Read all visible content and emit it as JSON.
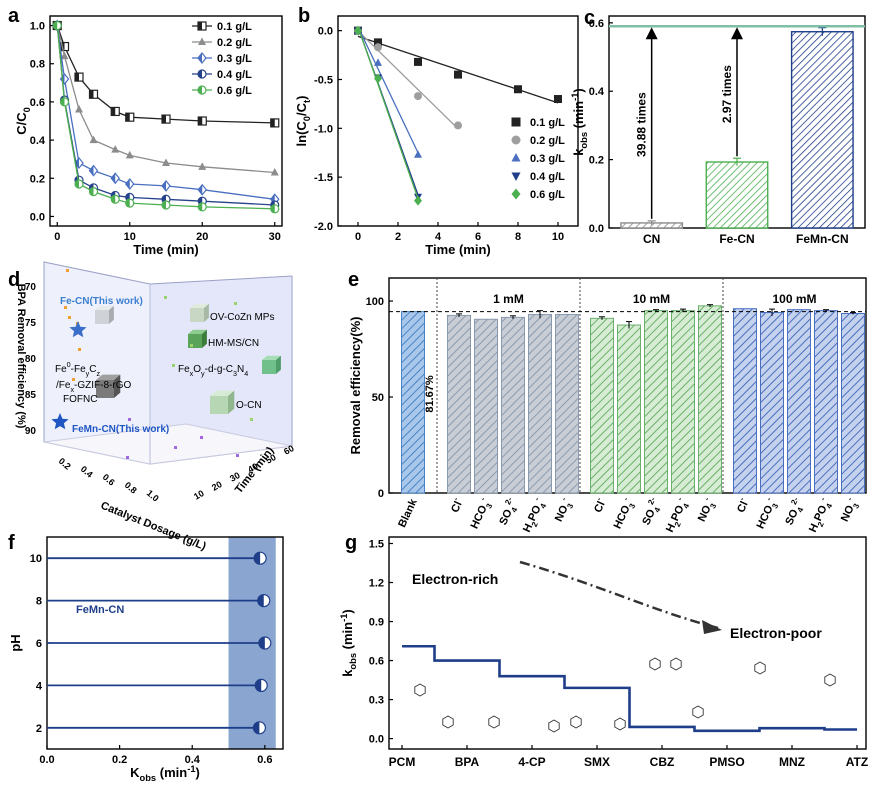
{
  "chart_data": [
    {
      "id": "a",
      "type": "line",
      "panel_label": "a",
      "xlabel": "Time (min)",
      "ylabel": "C/C0",
      "xlim": [
        -1,
        31
      ],
      "ylim": [
        -0.05,
        1.05
      ],
      "xticks": [
        0,
        10,
        20,
        30
      ],
      "yticks": [
        0.0,
        0.2,
        0.4,
        0.6,
        0.8,
        1.0
      ],
      "ytick_labels": [
        "0.0",
        "0.2",
        "0.4",
        "0.6",
        "0.8",
        "1.0"
      ],
      "x": [
        0,
        1,
        3,
        5,
        8,
        10,
        15,
        20,
        30
      ],
      "legend_position": "top-right",
      "series": [
        {
          "name": "0.1 g/L",
          "color": "#222222",
          "marker": "half-square",
          "values": [
            1.0,
            0.89,
            0.73,
            0.64,
            0.55,
            0.52,
            0.51,
            0.5,
            0.49
          ]
        },
        {
          "name": "0.2 g/L",
          "color": "#8c8c8c",
          "marker": "triangle",
          "values": [
            1.0,
            0.84,
            0.56,
            0.4,
            0.35,
            0.32,
            0.28,
            0.26,
            0.23
          ]
        },
        {
          "name": "0.3 g/L",
          "color": "#4a6fc0",
          "marker": "half-diamond",
          "values": [
            1.0,
            0.72,
            0.28,
            0.24,
            0.2,
            0.17,
            0.16,
            0.14,
            0.09
          ]
        },
        {
          "name": "0.4 g/L",
          "color": "#26428b",
          "marker": "half-circle",
          "values": [
            1.0,
            0.61,
            0.19,
            0.15,
            0.11,
            0.1,
            0.09,
            0.08,
            0.06
          ]
        },
        {
          "name": "0.6 g/L",
          "color": "#4caf50",
          "marker": "half-circle",
          "values": [
            1.0,
            0.6,
            0.17,
            0.13,
            0.09,
            0.07,
            0.06,
            0.05,
            0.04
          ]
        }
      ]
    },
    {
      "id": "b",
      "type": "scatter",
      "panel_label": "b",
      "xlabel": "Time (min)",
      "ylabel": "ln(C0/Ct)",
      "xlim": [
        -1,
        11
      ],
      "ylim": [
        -2.0,
        0.15
      ],
      "xticks": [
        0,
        2,
        4,
        6,
        8,
        10
      ],
      "yticks": [
        0.0,
        -0.5,
        -1.0,
        -1.5,
        -2.0
      ],
      "ytick_labels": [
        "0.0",
        "-0.5",
        "-1.0",
        "-1.5",
        "-2.0"
      ],
      "legend_position": "bottom-right",
      "series": [
        {
          "name": "0.1 g/L",
          "color": "#222222",
          "marker": "square",
          "x": [
            0,
            1,
            3,
            5,
            8,
            10
          ],
          "values": [
            0.0,
            -0.12,
            -0.32,
            -0.45,
            -0.6,
            -0.7
          ]
        },
        {
          "name": "0.2 g/L",
          "color": "#9e9e9e",
          "marker": "circle",
          "x": [
            0,
            1,
            3,
            5
          ],
          "values": [
            0.0,
            -0.17,
            -0.67,
            -0.97
          ]
        },
        {
          "name": "0.3 g/L",
          "color": "#4a6fc0",
          "marker": "triangle",
          "x": [
            0,
            1,
            3
          ],
          "values": [
            0.0,
            -0.33,
            -1.27
          ]
        },
        {
          "name": "0.4 g/L",
          "color": "#1f3e8a",
          "marker": "triangle-down",
          "x": [
            0,
            1,
            3
          ],
          "values": [
            0.0,
            -0.48,
            -1.7
          ]
        },
        {
          "name": "0.6 g/L",
          "color": "#4caf50",
          "marker": "diamond",
          "x": [
            0,
            1,
            3
          ],
          "values": [
            0.0,
            -0.49,
            -1.74
          ]
        }
      ]
    },
    {
      "id": "c",
      "type": "bar",
      "panel_label": "c",
      "ylabel": "kobs (min-1)",
      "ylim": [
        0,
        0.62
      ],
      "yticks": [
        0.0,
        0.2,
        0.4,
        0.6
      ],
      "ytick_labels": [
        "0.0",
        "0.2",
        "0.4",
        "0.6"
      ],
      "categories": [
        "CN",
        "Fe-CN",
        "FeMn-CN"
      ],
      "values": [
        0.0148,
        0.193,
        0.574
      ],
      "errors": [
        0.006,
        0.011,
        0.012
      ],
      "colors": [
        "#8c8c8c",
        "#4caf50",
        "#1f3e8a"
      ],
      "reference_line": 0.59,
      "annotations": [
        "39.88 times",
        "2.97 times"
      ]
    },
    {
      "id": "d",
      "type": "scatter",
      "panel_label": "d",
      "zlabel": "BPA Removal efficiency (%)",
      "xlabel": "Catalyst Dosage (g/L)",
      "ylabel": "Time (min)",
      "ztick_labels": [
        "70",
        "75",
        "80",
        "85",
        "90"
      ],
      "xtick_labels": [
        "0.2",
        "0.4",
        "0.6",
        "0.8",
        "1.0"
      ],
      "ytick_labels": [
        "10",
        "20",
        "30",
        "40",
        "50",
        "60"
      ],
      "labels": [
        "Fe-CN(This work)",
        "Fe0-FeyCz /Fex-GZIF-8-rGO",
        "FOFNC",
        "FeMn-CN(This work)",
        "OV-CoZn MPs",
        "HM-MS/CN",
        "FexOy-d-g-C3N4",
        "O-CN"
      ]
    },
    {
      "id": "e",
      "type": "bar",
      "panel_label": "e",
      "ylabel": "Removal efficiency(%)",
      "ylim": [
        0,
        112
      ],
      "yticks": [
        0,
        50,
        100
      ],
      "ytick_labels": [
        "0",
        "50",
        "100"
      ],
      "reference_line": 94.5,
      "group_labels": [
        "1 mM",
        "10 mM",
        "100 mM"
      ],
      "blank_annotation": "81.67%",
      "categories": [
        "Blank",
        "Cl-",
        "HCO3-",
        "SO42-",
        "H2PO4-",
        "NO3-",
        "Cl-",
        "HCO3-",
        "SO42-",
        "H2PO4-",
        "NO3-",
        "Cl-",
        "HCO3-",
        "SO42-",
        "H2PO4-",
        "NO3-"
      ],
      "values": [
        94.5,
        92.5,
        90.5,
        91.5,
        93.0,
        93.0,
        91.0,
        87.5,
        95.0,
        95.0,
        97.5,
        96.0,
        94.0,
        95.5,
        95.0,
        93.5
      ],
      "errors": [
        0,
        0.8,
        0,
        0.8,
        2.0,
        0,
        0.8,
        1.8,
        0.5,
        0.8,
        0.6,
        0,
        1.8,
        0,
        0.5,
        0.5
      ],
      "colors": [
        "#4a84c6",
        "#8a9aae",
        "#8a9aae",
        "#8a9aae",
        "#8a9aae",
        "#8a9aae",
        "#6ab06a",
        "#6ab06a",
        "#6ab06a",
        "#6ab06a",
        "#6ab06a",
        "#4a6fc0",
        "#4a6fc0",
        "#4a6fc0",
        "#4a6fc0",
        "#4a6fc0"
      ]
    },
    {
      "id": "f",
      "type": "scatter",
      "panel_label": "f",
      "xlabel": "Kobs (min-1)",
      "ylabel": "pH",
      "xlim": [
        0,
        0.65
      ],
      "ylim": [
        1,
        11
      ],
      "xticks": [
        0.0,
        0.2,
        0.4,
        0.6
      ],
      "xtick_labels": [
        "0.0",
        "0.2",
        "0.4",
        "0.6"
      ],
      "yticks": [
        2,
        4,
        6,
        8,
        10
      ],
      "ytick_labels": [
        "2",
        "4",
        "6",
        "8",
        "10"
      ],
      "series_label": "FeMn-CN",
      "shaded_range": [
        0.5,
        0.63
      ],
      "x": [
        0.585,
        0.59,
        0.6,
        0.597,
        0.587
      ],
      "y": [
        2,
        4,
        6,
        8,
        10
      ]
    },
    {
      "id": "g",
      "type": "line",
      "panel_label": "g",
      "ylabel": "kobs (min-1)",
      "ylim": [
        -0.08,
        1.55
      ],
      "yticks": [
        0.0,
        0.3,
        0.6,
        0.9,
        1.2,
        1.5
      ],
      "ytick_labels": [
        "0.0",
        "0.3",
        "0.6",
        "0.9",
        "1.2",
        "1.5"
      ],
      "categories": [
        "PCM",
        "BPA",
        "4-CP",
        "SMX",
        "CBZ",
        "PMSO",
        "MNZ",
        "ATZ"
      ],
      "values": [
        0.71,
        0.6,
        0.48,
        0.39,
        0.09,
        0.06,
        0.08,
        0.07
      ],
      "annotations": [
        "Electron-rich",
        "Electron-poor"
      ]
    }
  ]
}
